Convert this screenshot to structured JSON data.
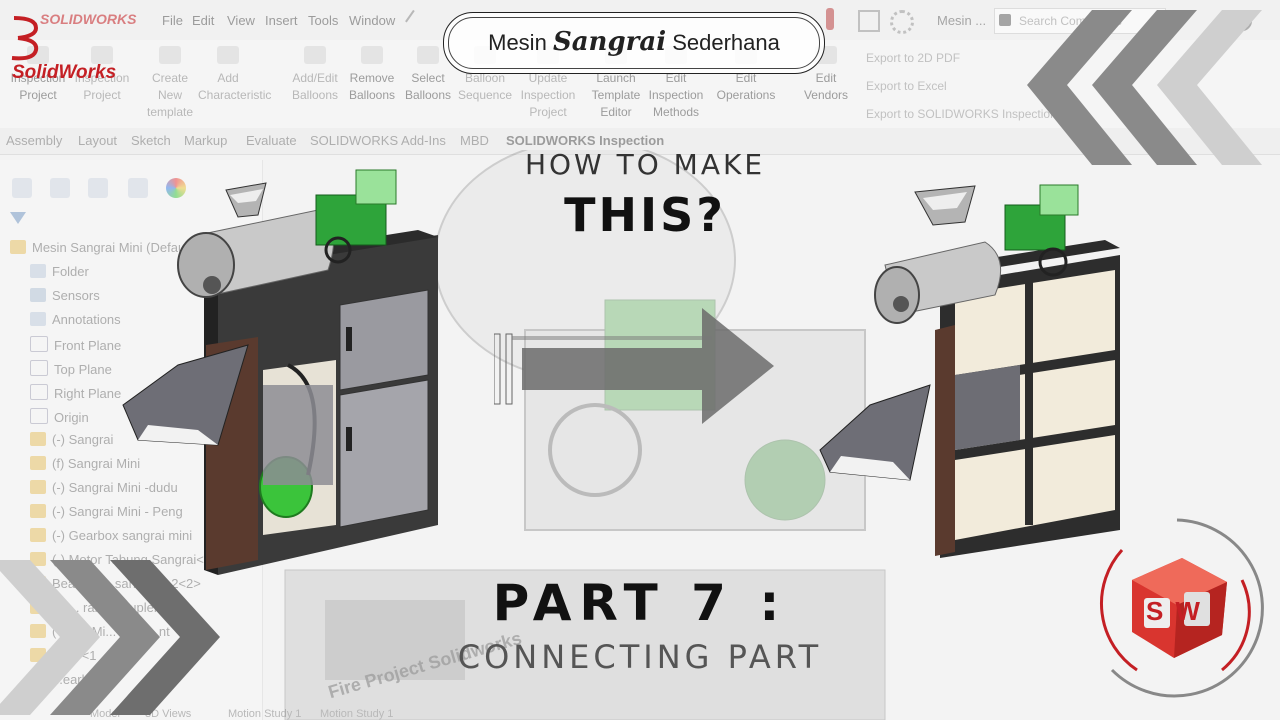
{
  "app": {
    "brand": "SOLIDWORKS",
    "logo_text": "SolidWorks",
    "menus": [
      "File",
      "Edit",
      "View",
      "Insert",
      "Tools",
      "Window"
    ],
    "search_placeholder": "Search Commands",
    "doc_title": "Mesin ..."
  },
  "ribbon": {
    "buttons": [
      {
        "label": "Inspection\nProject",
        "tone": "dark"
      },
      {
        "label": "Inspection\nProject",
        "tone": "light"
      },
      {
        "label": "Create\nNew\ntemplate",
        "tone": "light"
      },
      {
        "label": "Add\nCharacteristic",
        "tone": "light"
      },
      {
        "label": "Add/Edit\nBalloons",
        "tone": "light"
      },
      {
        "label": "Remove\nBalloons",
        "tone": "dark"
      },
      {
        "label": "Select\nBalloons",
        "tone": "dark"
      },
      {
        "label": "Balloon\nSequence",
        "tone": "light"
      },
      {
        "label": "Update\nInspection\nProject",
        "tone": "light"
      },
      {
        "label": "Launch\nTemplate\nEditor",
        "tone": "dark"
      },
      {
        "label": "Edit\nInspection\nMethods",
        "tone": "dark"
      },
      {
        "label": "Edit\nOperations",
        "tone": "dark"
      },
      {
        "label": "Edit\nVendors",
        "tone": "dark"
      }
    ],
    "export": [
      "Export to 2D PDF",
      "Export to Excel",
      "Export to SOLIDWORKS Inspection"
    ]
  },
  "command_tabs": [
    "Assembly",
    "Layout",
    "Sketch",
    "Markup",
    "Evaluate",
    "SOLIDWORKS Add-Ins",
    "MBD",
    "SOLIDWORKS Inspection"
  ],
  "feature_tree": {
    "root": "Mesin Sangrai Mini (Default",
    "items": [
      {
        "label": "Folder",
        "icon": "folder-icon"
      },
      {
        "label": "Sensors",
        "icon": "sensor-icon"
      },
      {
        "label": "Annotations",
        "icon": "annotation-icon"
      },
      {
        "label": "Front Plane",
        "icon": "plane-icon"
      },
      {
        "label": "Top Plane",
        "icon": "plane-icon"
      },
      {
        "label": "Right Plane",
        "icon": "plane-icon"
      },
      {
        "label": "Origin",
        "icon": "origin-icon"
      },
      {
        "label": "(-) Sangrai",
        "icon": "part-icon"
      },
      {
        "label": "(f) Sangrai Mini",
        "icon": "part-icon"
      },
      {
        "label": "(-) Sangrai Mini -dudu",
        "icon": "part-icon"
      },
      {
        "label": "(-) Sangrai Mini - Peng",
        "icon": "part-icon"
      },
      {
        "label": "(-) Gearbox sangrai mini",
        "icon": "part-icon"
      },
      {
        "label": "(-) Motor Tabung Sangrai<2>",
        "icon": "part-icon"
      },
      {
        "label": "Bearing ... san sa ... 2<2>",
        "icon": "part-icon"
      },
      {
        "label": "(-) ... rai ... coupler (De",
        "icon": "part-icon"
      },
      {
        "label": "(-) S... Mi... ple a...nt",
        "icon": "part-icon"
      },
      {
        "label": "... tor<1",
        "icon": "part-icon"
      },
      {
        "label": "...earbox",
        "icon": "part-icon"
      }
    ]
  },
  "bottom_tabs": [
    "Model",
    "3D Views",
    "Motion Study 1",
    "Motion Study 1"
  ],
  "overlay": {
    "title_part1": "Mesin",
    "title_part2": "Sangrai",
    "title_part3": "Sederhana",
    "question_line1": "HOW TO MAKE",
    "question_line2": "THIS?",
    "part_heading": "PART 7 :",
    "part_subtitle": "CONNECTING PART",
    "watermark": "Fire Project Solidworks",
    "cube_letters": "SW"
  },
  "colors": {
    "brand_red": "#c41f24",
    "machine_green": "#2ea43a",
    "frame_dark": "#2b2b2b",
    "wood_brown": "#5a3a2e",
    "chevron_gray": "#8a8a8a"
  }
}
